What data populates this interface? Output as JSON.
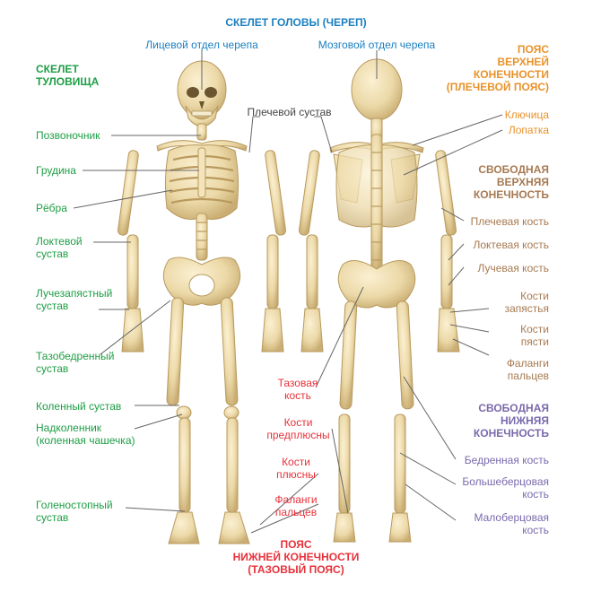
{
  "headings": {
    "skull": "СКЕЛЕТ ГОЛОВЫ (ЧЕРЕП)",
    "trunk": "СКЕЛЕТ\nТУЛОВИЩА",
    "upper_girdle": "ПОЯС\nВЕРХНЕЙ\nКОНЕЧНОСТИ\n(ПЛЕЧЕВОЙ ПОЯС)",
    "free_upper": "СВОБОДНАЯ\nВЕРХНЯЯ\nКОНЕЧНОСТЬ",
    "free_lower": "СВОБОДНАЯ\nНИЖНЯЯ\nКОНЕЧНОСТЬ",
    "lower_girdle": "ПОЯС\nНИЖНЕЙ КОНЕЧНОСТИ\n(ТАЗОВЫЙ ПОЯС)"
  },
  "labels": {
    "facial_skull": "Лицевой отдел черепа",
    "cranial_skull": "Мозговой отдел черепа",
    "shoulder_joint": "Плечевой сустав",
    "spine": "Позвоночник",
    "sternum": "Грудина",
    "ribs": "Рёбра",
    "elbow_joint": "Локтевой\nсустав",
    "wrist_joint": "Лучезапястный\nсустав",
    "hip_joint": "Тазобедренный\nсустав",
    "knee_joint": "Коленный сустав",
    "patella": "Надколенник\n(коленная чашечка)",
    "ankle_joint": "Голеностопный\nсустав",
    "clavicle": "Ключица",
    "scapula": "Лопатка",
    "humerus": "Плечевая кость",
    "ulna": "Локтевая кость",
    "radius": "Лучевая кость",
    "carpals": "Кости\nзапястья",
    "metacarpals": "Кости\nпясти",
    "finger_phalanges": "Фаланги\nпальцев",
    "pelvic_bone": "Тазовая\nкость",
    "tarsals": "Кости\nпредплюсны",
    "metatarsals": "Кости\nплюсны",
    "toe_phalanges": "Фаланги\nпальцев",
    "femur": "Бедренная кость",
    "tibia": "Большеберцовая\nкость",
    "fibula": "Малоберцовая\nкость"
  },
  "colors": {
    "green": "#1e9e45",
    "blue": "#1a7fc0",
    "orange": "#e8922a",
    "brown": "#a77a52",
    "purple": "#7a6aad",
    "red": "#e8313a",
    "bone": "#ecd9a8",
    "bone_shade": "#c9ad72"
  }
}
